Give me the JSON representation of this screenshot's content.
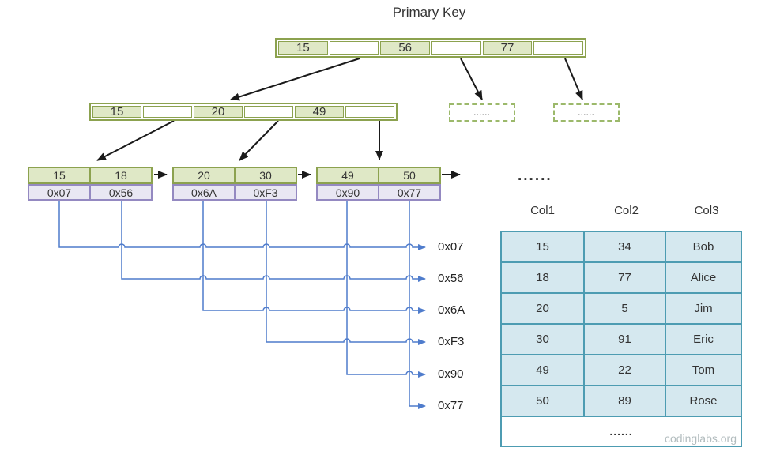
{
  "title": "Primary Key",
  "tree": {
    "root": {
      "keys": [
        "15",
        "56",
        "77"
      ]
    },
    "internal": {
      "keys": [
        "15",
        "20",
        "49"
      ]
    },
    "collapsed": [
      "......",
      "......"
    ],
    "leaves": [
      {
        "keys": [
          "15",
          "18"
        ],
        "pointers": [
          "0x07",
          "0x56"
        ]
      },
      {
        "keys": [
          "20",
          "30"
        ],
        "pointers": [
          "0x6A",
          "0xF3"
        ]
      },
      {
        "keys": [
          "49",
          "50"
        ],
        "pointers": [
          "0x90",
          "0x77"
        ]
      }
    ],
    "ellipsis": "......"
  },
  "addresses": [
    "0x07",
    "0x56",
    "0x6A",
    "0xF3",
    "0x90",
    "0x77"
  ],
  "table": {
    "headers": [
      "Col1",
      "Col2",
      "Col3"
    ],
    "rows": [
      [
        "15",
        "34",
        "Bob"
      ],
      [
        "18",
        "77",
        "Alice"
      ],
      [
        "20",
        "5",
        "Jim"
      ],
      [
        "30",
        "91",
        "Eric"
      ],
      [
        "49",
        "22",
        "Tom"
      ],
      [
        "50",
        "89",
        "Rose"
      ]
    ],
    "ellipsis": "......",
    "watermark": "codinglabs.org"
  },
  "colors": {
    "node_border": "#8CA24F",
    "node_fill": "#DFE8C6",
    "pointer_border": "#9489C1",
    "pointer_fill": "#E9E7F3",
    "dashed_border": "#9CB96B",
    "table_border": "#4D9CB2",
    "table_fill": "#D5E8EF",
    "connector_blue": "#4F7CCC",
    "arrow_black": "#1A1A1A",
    "watermark_gray": "#B2BCBE"
  }
}
